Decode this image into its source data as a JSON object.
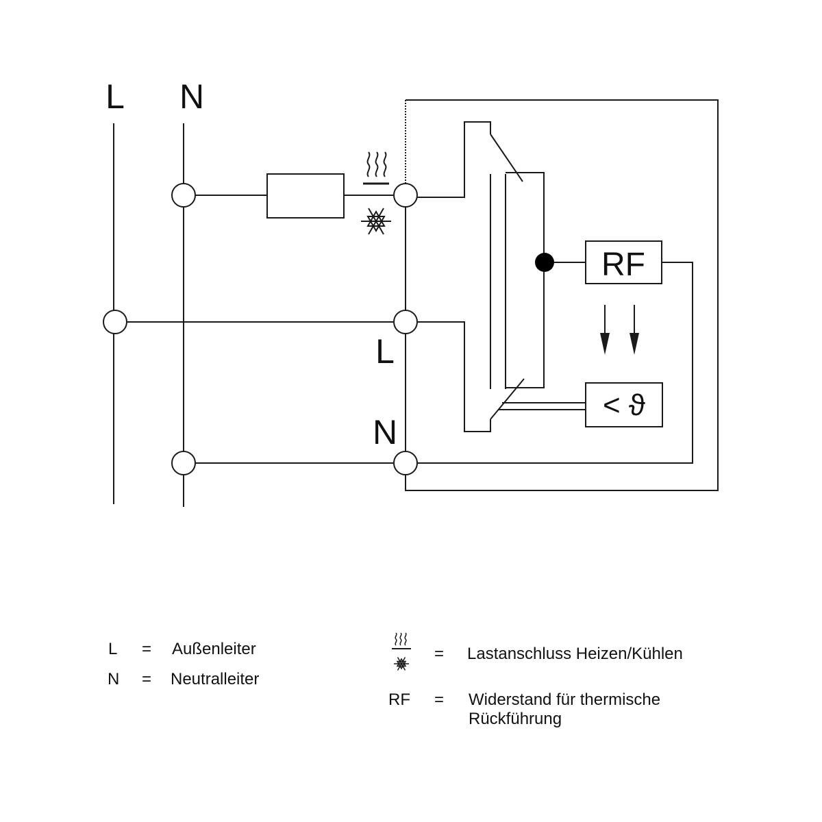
{
  "diagram": {
    "rails": {
      "l_label": "L",
      "n_label": "N"
    },
    "terminals": {
      "l_label": "L",
      "n_label": "N"
    },
    "rf_box_label": "RF",
    "sensor_box_label": "< ϑ",
    "icons": [
      "heat-waves-icon",
      "snowflake-icon",
      "down-arrow-icon"
    ],
    "colors": {
      "line": "#1a1a1a",
      "background": "#ffffff"
    }
  },
  "legend": {
    "left": [
      {
        "key": "L",
        "eq": "=",
        "text": "Außenleiter"
      },
      {
        "key": "N",
        "eq": "=",
        "text": "Neutralleiter"
      }
    ],
    "right": [
      {
        "key_icon": "heat-cool-icon",
        "eq": "=",
        "text": "Lastanschluss Heizen/Kühlen"
      },
      {
        "key": "RF",
        "eq": "=",
        "text_line1": "Widerstand für thermische",
        "text_line2": "Rückführung"
      }
    ]
  }
}
